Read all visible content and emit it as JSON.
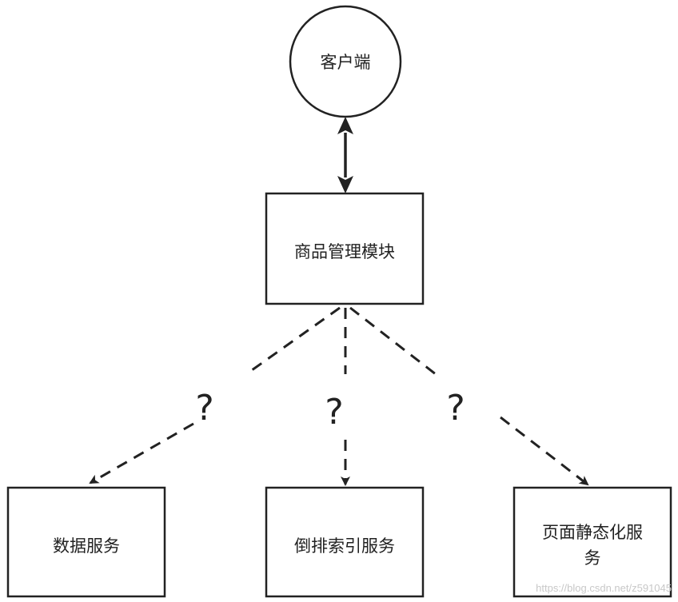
{
  "nodes": {
    "client": "客户端",
    "product_module": "商品管理模块",
    "data_service": "数据服务",
    "index_service": "倒排索引服务",
    "static_service_line1": "页面静态化服",
    "static_service_line2": "务"
  },
  "edges": {
    "q_left": "?",
    "q_mid": "?",
    "q_right": "?"
  },
  "watermark": "https://blog.csdn.net/z591045"
}
